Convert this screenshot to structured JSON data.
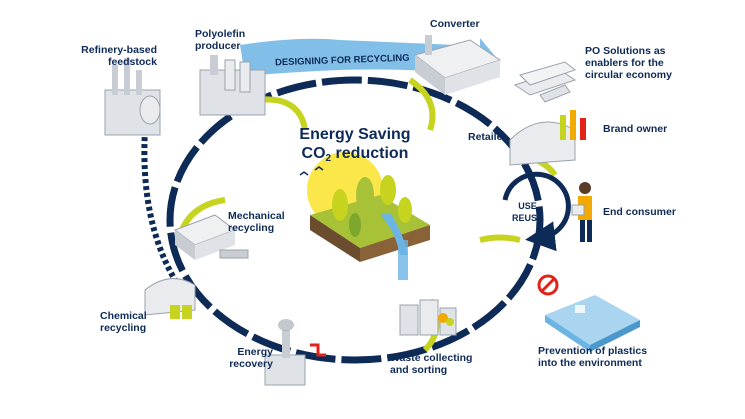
{
  "banner": "DESIGNING FOR RECYCLING",
  "center": {
    "line1": "Energy Saving",
    "line2_prefix": "CO",
    "line2_sub": "2",
    "line2_suffix": " reduction"
  },
  "use_reuse": {
    "use": "USE",
    "reuse": "REUSE"
  },
  "stages": {
    "refinery": [
      "Refinery-based",
      "feedstock"
    ],
    "polyolefin": [
      "Polyolefin",
      "producer"
    ],
    "converter": [
      "Converter"
    ],
    "po_solutions": [
      "PO Solutions as",
      "enablers for the",
      "circular economy"
    ],
    "brand_owner": [
      "Brand owner"
    ],
    "retailer": [
      "Retailer"
    ],
    "end_consumer": [
      "End consumer"
    ],
    "prevention": [
      "Prevention of plastics",
      "into the environment"
    ],
    "waste": [
      "Waste collecting",
      "and sorting"
    ],
    "energy_recovery": [
      "Energy",
      "recovery"
    ],
    "chemical": [
      "Chemical",
      "recycling"
    ],
    "mechanical": [
      "Mechanical",
      "recycling"
    ]
  },
  "colors": {
    "navy": "#0e2a57",
    "lime": "#c6d31f",
    "sky": "#6cb4e4",
    "red": "#e2231a",
    "grey": "#dfe2e6"
  }
}
